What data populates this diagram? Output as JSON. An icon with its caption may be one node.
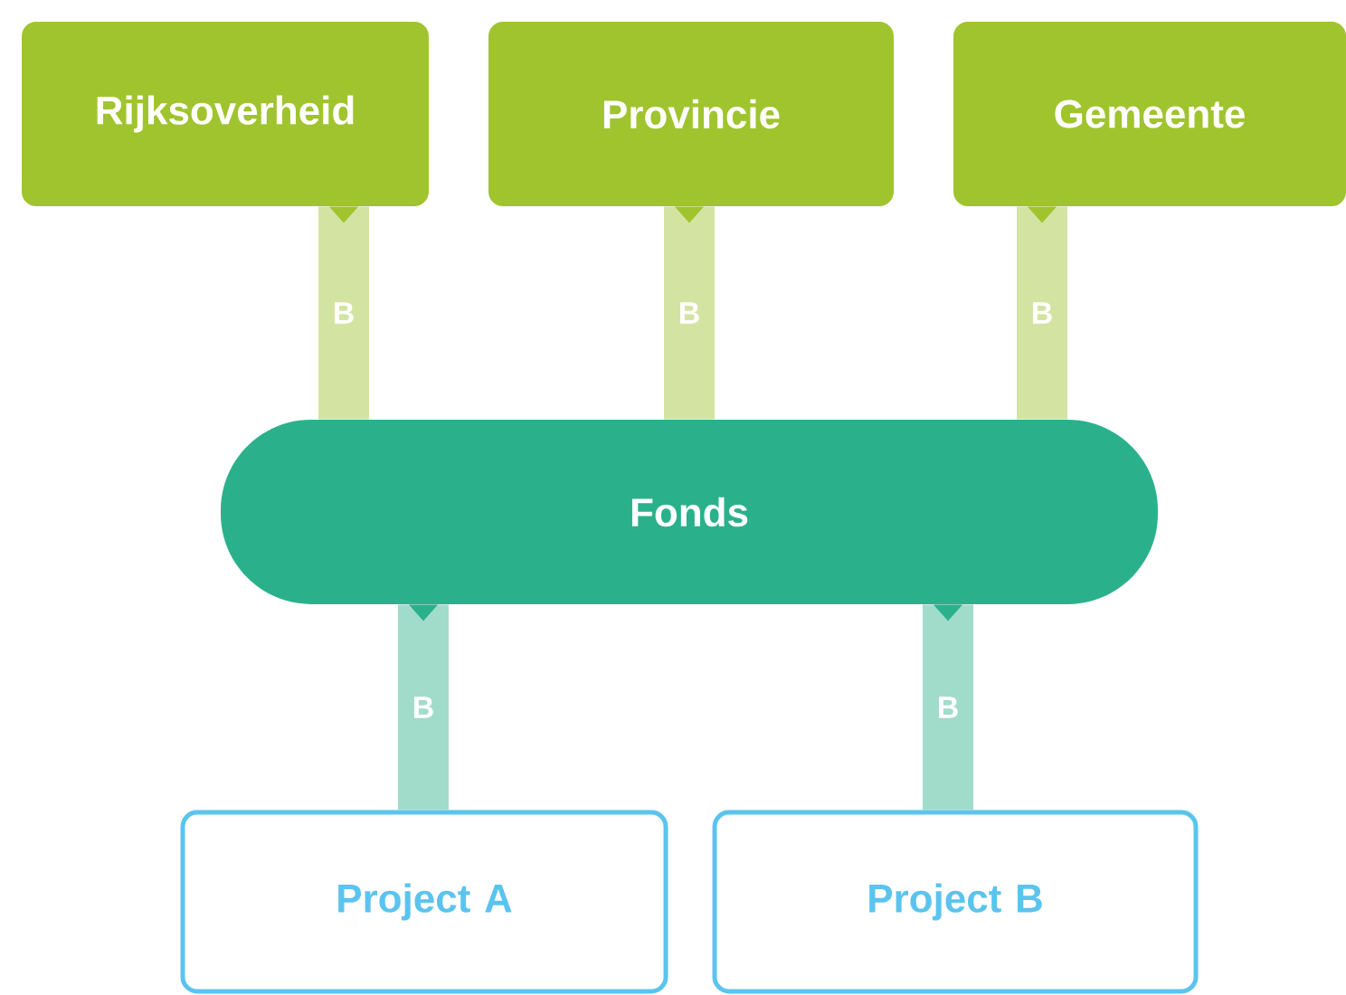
{
  "diagram": {
    "nodes": [
      {
        "text": [
          "Rijksoverheid"
        ]
      },
      {
        "text": [
          "Provincie"
        ]
      },
      {
        "text": [
          "Gemeente"
        ]
      },
      {
        "text": [
          "Fonds"
        ]
      },
      {
        "text": [
          "Project A"
        ]
      },
      {
        "text": [
          "Project B"
        ]
      }
    ],
    "edges": [
      {
        "from": 0,
        "to": 3,
        "arrow": "to",
        "label": "B",
        "color": "#d3e4a2"
      },
      {
        "from": 1,
        "to": 3,
        "arrow": "to",
        "label": "B",
        "color": "#d3e4a2"
      },
      {
        "from": 2,
        "to": 3,
        "arrow": "to",
        "label": "B",
        "color": "#d3e4a2"
      },
      {
        "from": 3,
        "to": 4,
        "arrow": "to",
        "label": "B",
        "color": "#a1dccb"
      },
      {
        "from": 3,
        "to": 5,
        "arrow": "to",
        "label": "B",
        "color": "#a1dccb"
      }
    ]
  }
}
